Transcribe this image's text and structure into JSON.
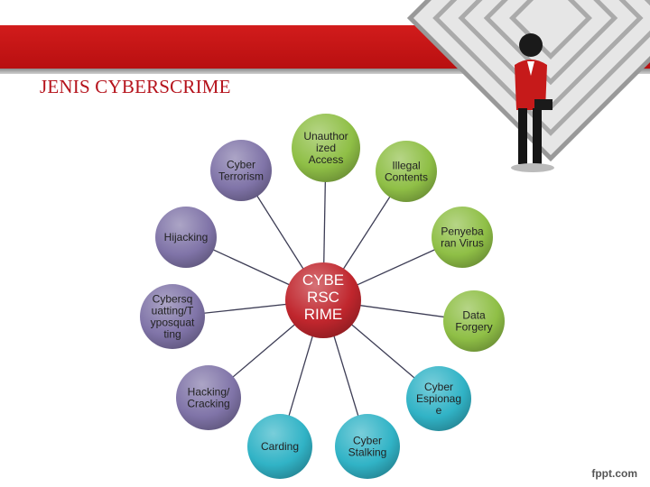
{
  "slide": {
    "title": "JENIS CYBERSCRIME",
    "footer_logo": "fppt.com"
  },
  "diagram": {
    "center": {
      "lines": [
        "CYBE",
        "RSC",
        "RIME"
      ],
      "color": "#c0262d"
    },
    "nodes": [
      {
        "id": "cyber-terrorism",
        "lines": [
          "Cyber",
          "Terrorism"
        ],
        "color": "#8074a8"
      },
      {
        "id": "unauthorized-access",
        "lines": [
          "Unauthor",
          "ized",
          "Access"
        ],
        "color": "#8fbf46"
      },
      {
        "id": "illegal-contents",
        "lines": [
          "Illegal",
          "Contents"
        ],
        "color": "#8fbf46"
      },
      {
        "id": "hijacking",
        "lines": [
          "Hijacking"
        ],
        "color": "#8074a8"
      },
      {
        "id": "penyebaran-virus",
        "lines": [
          "Penyeba",
          "ran Virus"
        ],
        "color": "#8fbf46"
      },
      {
        "id": "cybersquatting",
        "lines": [
          "Cybersq",
          "uatting/T",
          "yposquat",
          "ting"
        ],
        "color": "#8074a8"
      },
      {
        "id": "data-forgery",
        "lines": [
          "Data",
          "Forgery"
        ],
        "color": "#8fbf46"
      },
      {
        "id": "hacking-cracking",
        "lines": [
          "Hacking/",
          "Cracking"
        ],
        "color": "#8074a8"
      },
      {
        "id": "cyber-espionage",
        "lines": [
          "Cyber",
          "Espionag",
          "e"
        ],
        "color": "#31b3c6"
      },
      {
        "id": "carding",
        "lines": [
          "Carding"
        ],
        "color": "#31b3c6"
      },
      {
        "id": "cyber-stalking",
        "lines": [
          "Cyber",
          "Stalking"
        ],
        "color": "#31b3c6"
      }
    ]
  }
}
